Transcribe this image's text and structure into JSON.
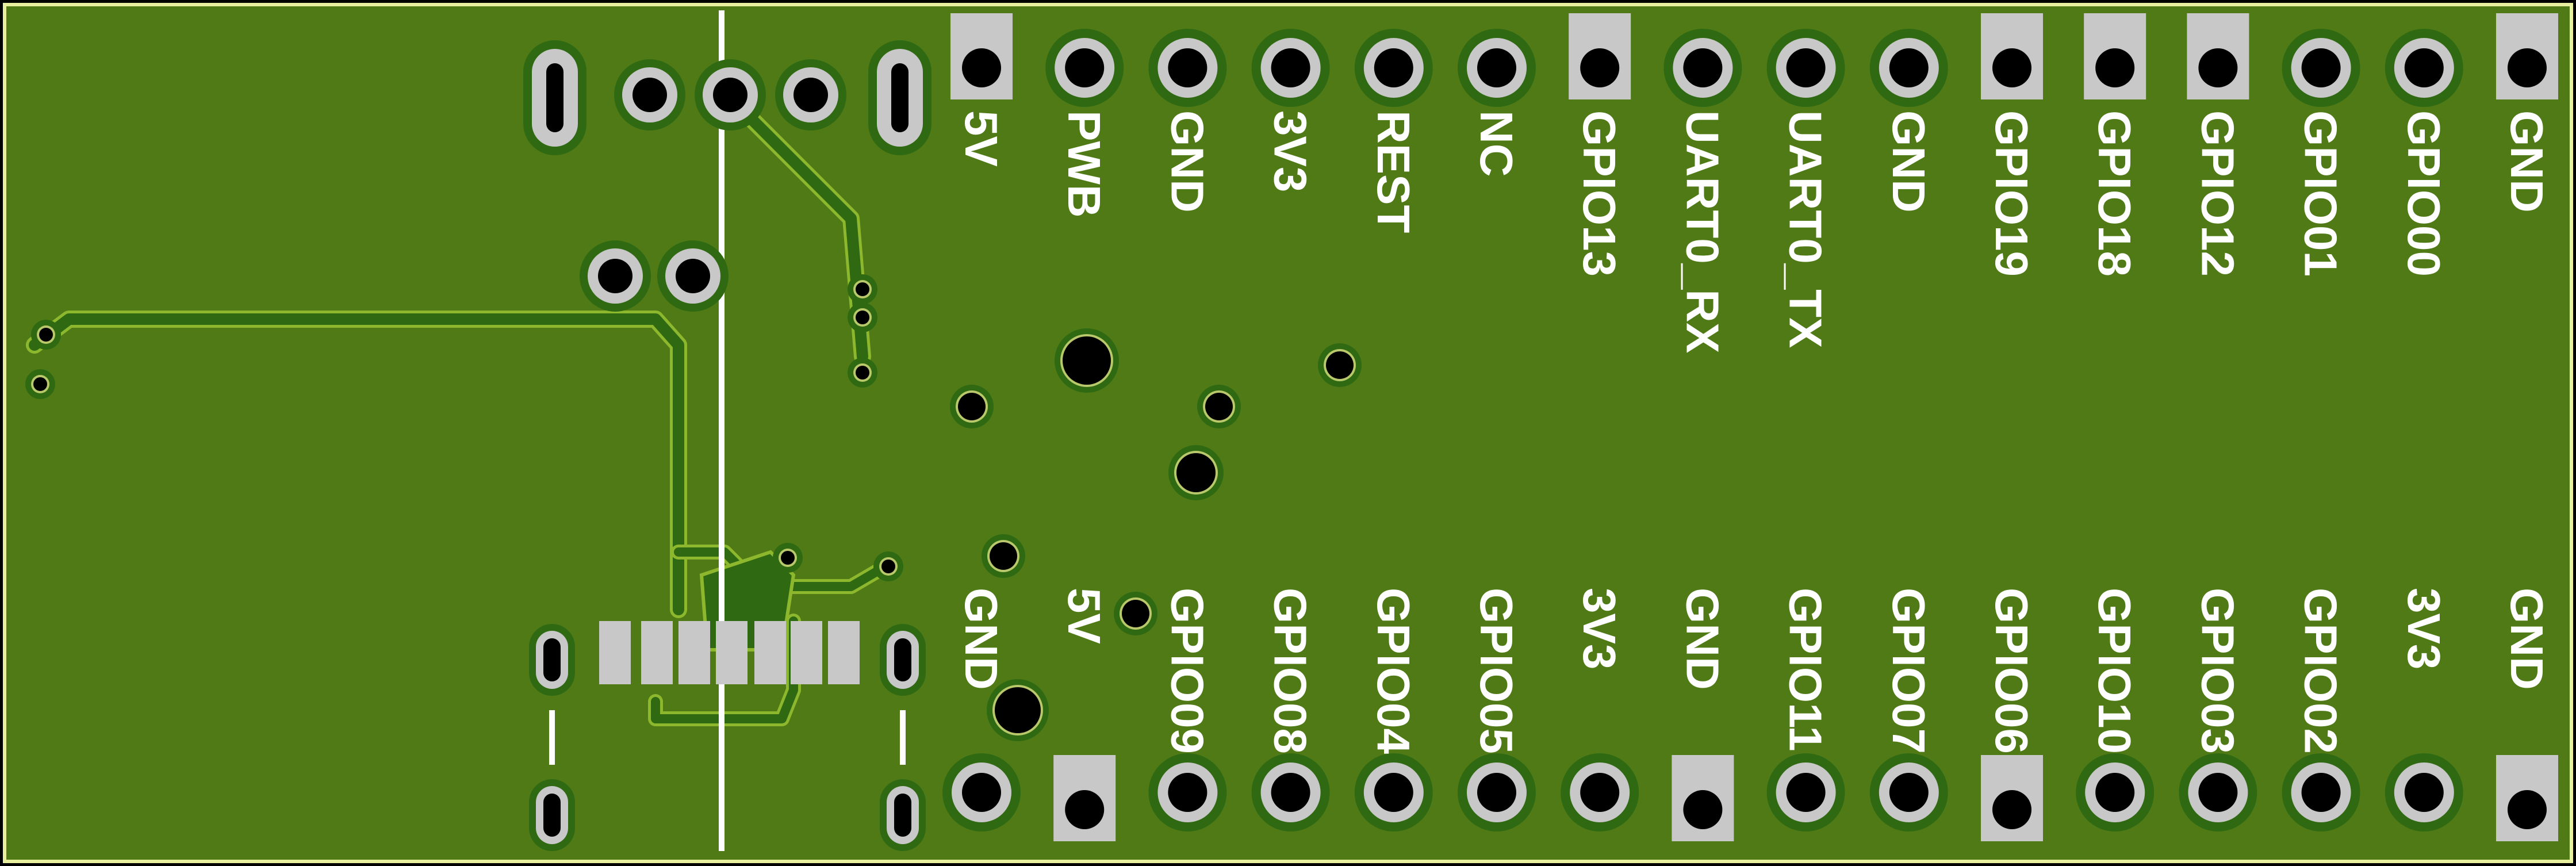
{
  "colors": {
    "background": "#000000",
    "board": "#4f7a16",
    "board_edge": "#e8f0a0",
    "trace": "#2f6a12",
    "trace_outline": "#8db82e",
    "pad_ring": "#2f6a12",
    "pad": "#c8c8c8",
    "hole": "#000000",
    "silkscreen": "#ffffff"
  },
  "top_pins": [
    "5V",
    "PWB",
    "GND",
    "3V3",
    "REST",
    "NC",
    "GPIO13",
    "UART0_RX",
    "UART0_TX",
    "GND",
    "GPIO19",
    "GPIO18",
    "GPIO12",
    "GPIO01",
    "GPIO00",
    "GND"
  ],
  "bottom_pins": [
    "GND",
    "5V",
    "GPIO09",
    "GPIO08",
    "GPIO04",
    "GPIO05",
    "3V3",
    "GND",
    "GPIO11",
    "GPIO07",
    "GPIO06",
    "GPIO10",
    "GPIO03",
    "GPIO02",
    "3V3",
    "GND"
  ]
}
